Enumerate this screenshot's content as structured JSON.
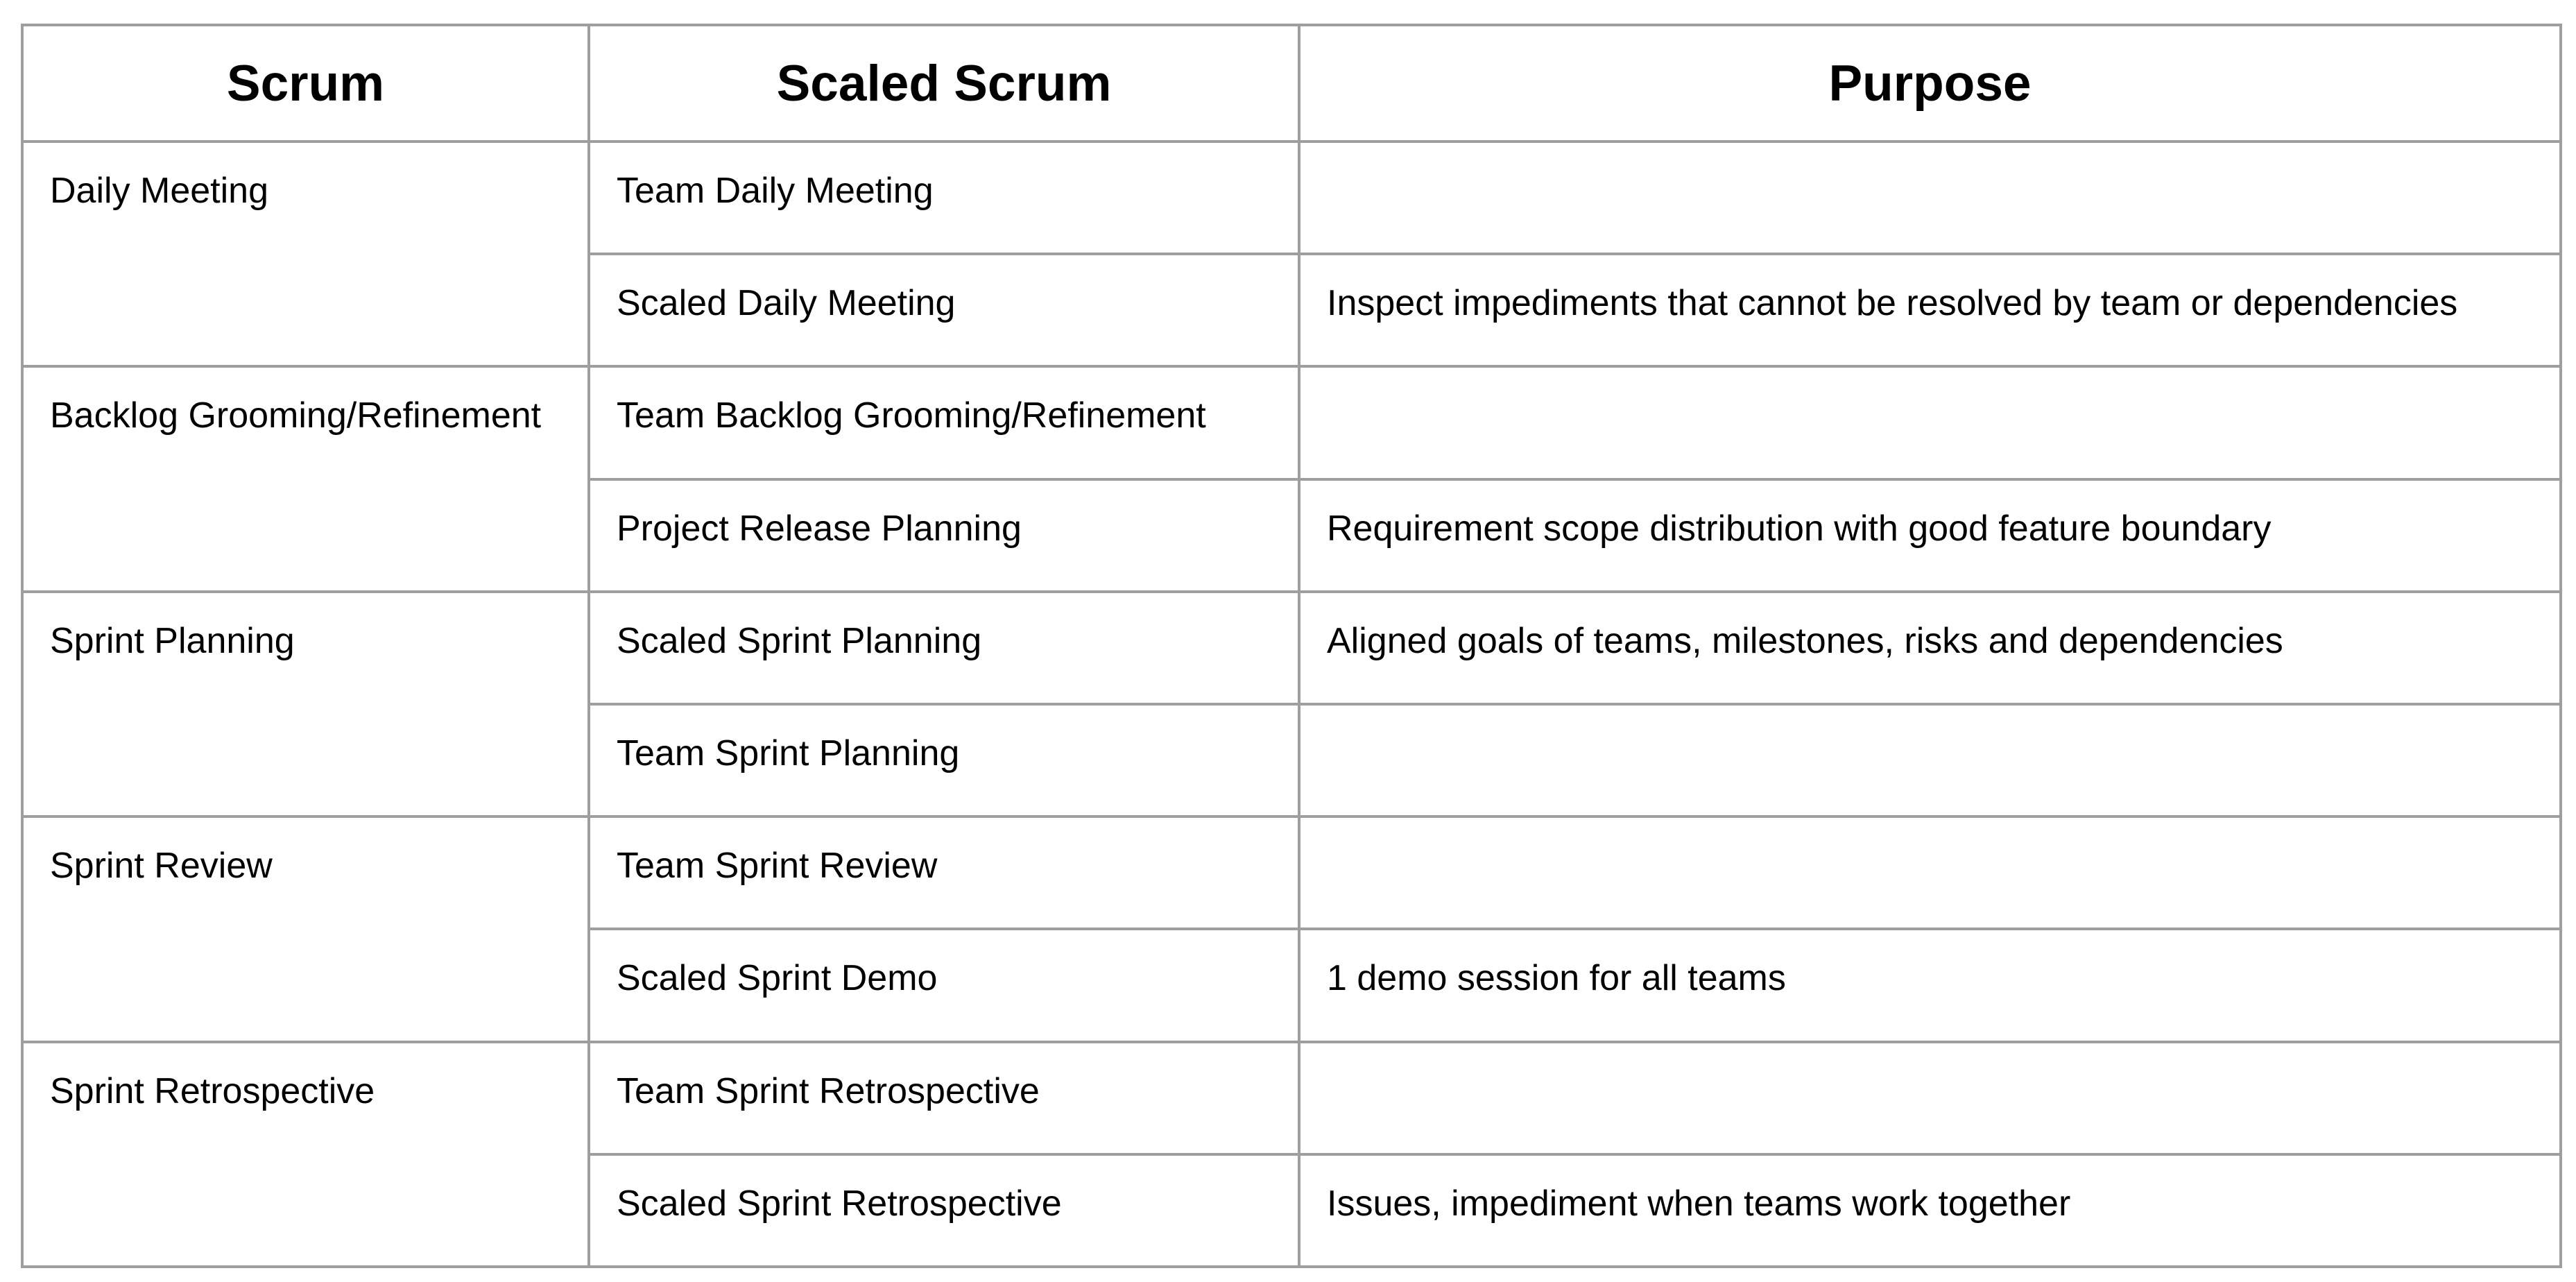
{
  "table": {
    "headers": [
      "Scrum",
      "Scaled Scrum",
      "Purpose"
    ],
    "groups": [
      {
        "scrum": "Daily Meeting",
        "rows": [
          {
            "scaled": "Team Daily Meeting",
            "purpose": ""
          },
          {
            "scaled": "Scaled Daily Meeting",
            "purpose": "Inspect impediments that cannot be resolved by team or dependencies"
          }
        ]
      },
      {
        "scrum": "Backlog Grooming/Refinement",
        "rows": [
          {
            "scaled": "Team Backlog Grooming/Refinement",
            "purpose": ""
          },
          {
            "scaled": "Project Release Planning",
            "purpose": "Requirement scope distribution with good feature boundary"
          }
        ]
      },
      {
        "scrum": "Sprint Planning",
        "rows": [
          {
            "scaled": "Scaled Sprint Planning",
            "purpose": "Aligned goals of teams, milestones, risks and dependencies"
          },
          {
            "scaled": "Team Sprint Planning",
            "purpose": ""
          }
        ]
      },
      {
        "scrum": "Sprint Review",
        "rows": [
          {
            "scaled": "Team Sprint Review",
            "purpose": ""
          },
          {
            "scaled": "Scaled Sprint Demo",
            "purpose": "1 demo session for all teams"
          }
        ]
      },
      {
        "scrum": "Sprint Retrospective",
        "rows": [
          {
            "scaled": "Team Sprint Retrospective",
            "purpose": ""
          },
          {
            "scaled": "Scaled Sprint Retrospective",
            "purpose": "Issues, impediment when teams work together"
          }
        ]
      }
    ]
  }
}
